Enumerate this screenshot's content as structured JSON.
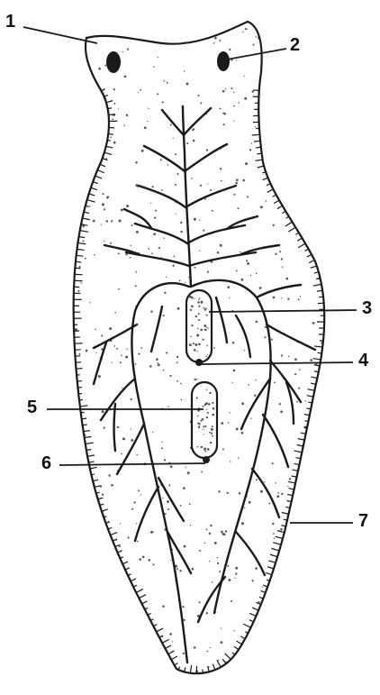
{
  "labels": [
    {
      "id": "1",
      "text": "1"
    },
    {
      "id": "2",
      "text": "2"
    },
    {
      "id": "3",
      "text": "3"
    },
    {
      "id": "4",
      "text": "4"
    },
    {
      "id": "5",
      "text": "5"
    },
    {
      "id": "6",
      "text": "6"
    },
    {
      "id": "7",
      "text": "7"
    }
  ],
  "colors": {
    "ink": "#1a1a1a",
    "paper": "#ffffff",
    "stipple": "#555555"
  }
}
